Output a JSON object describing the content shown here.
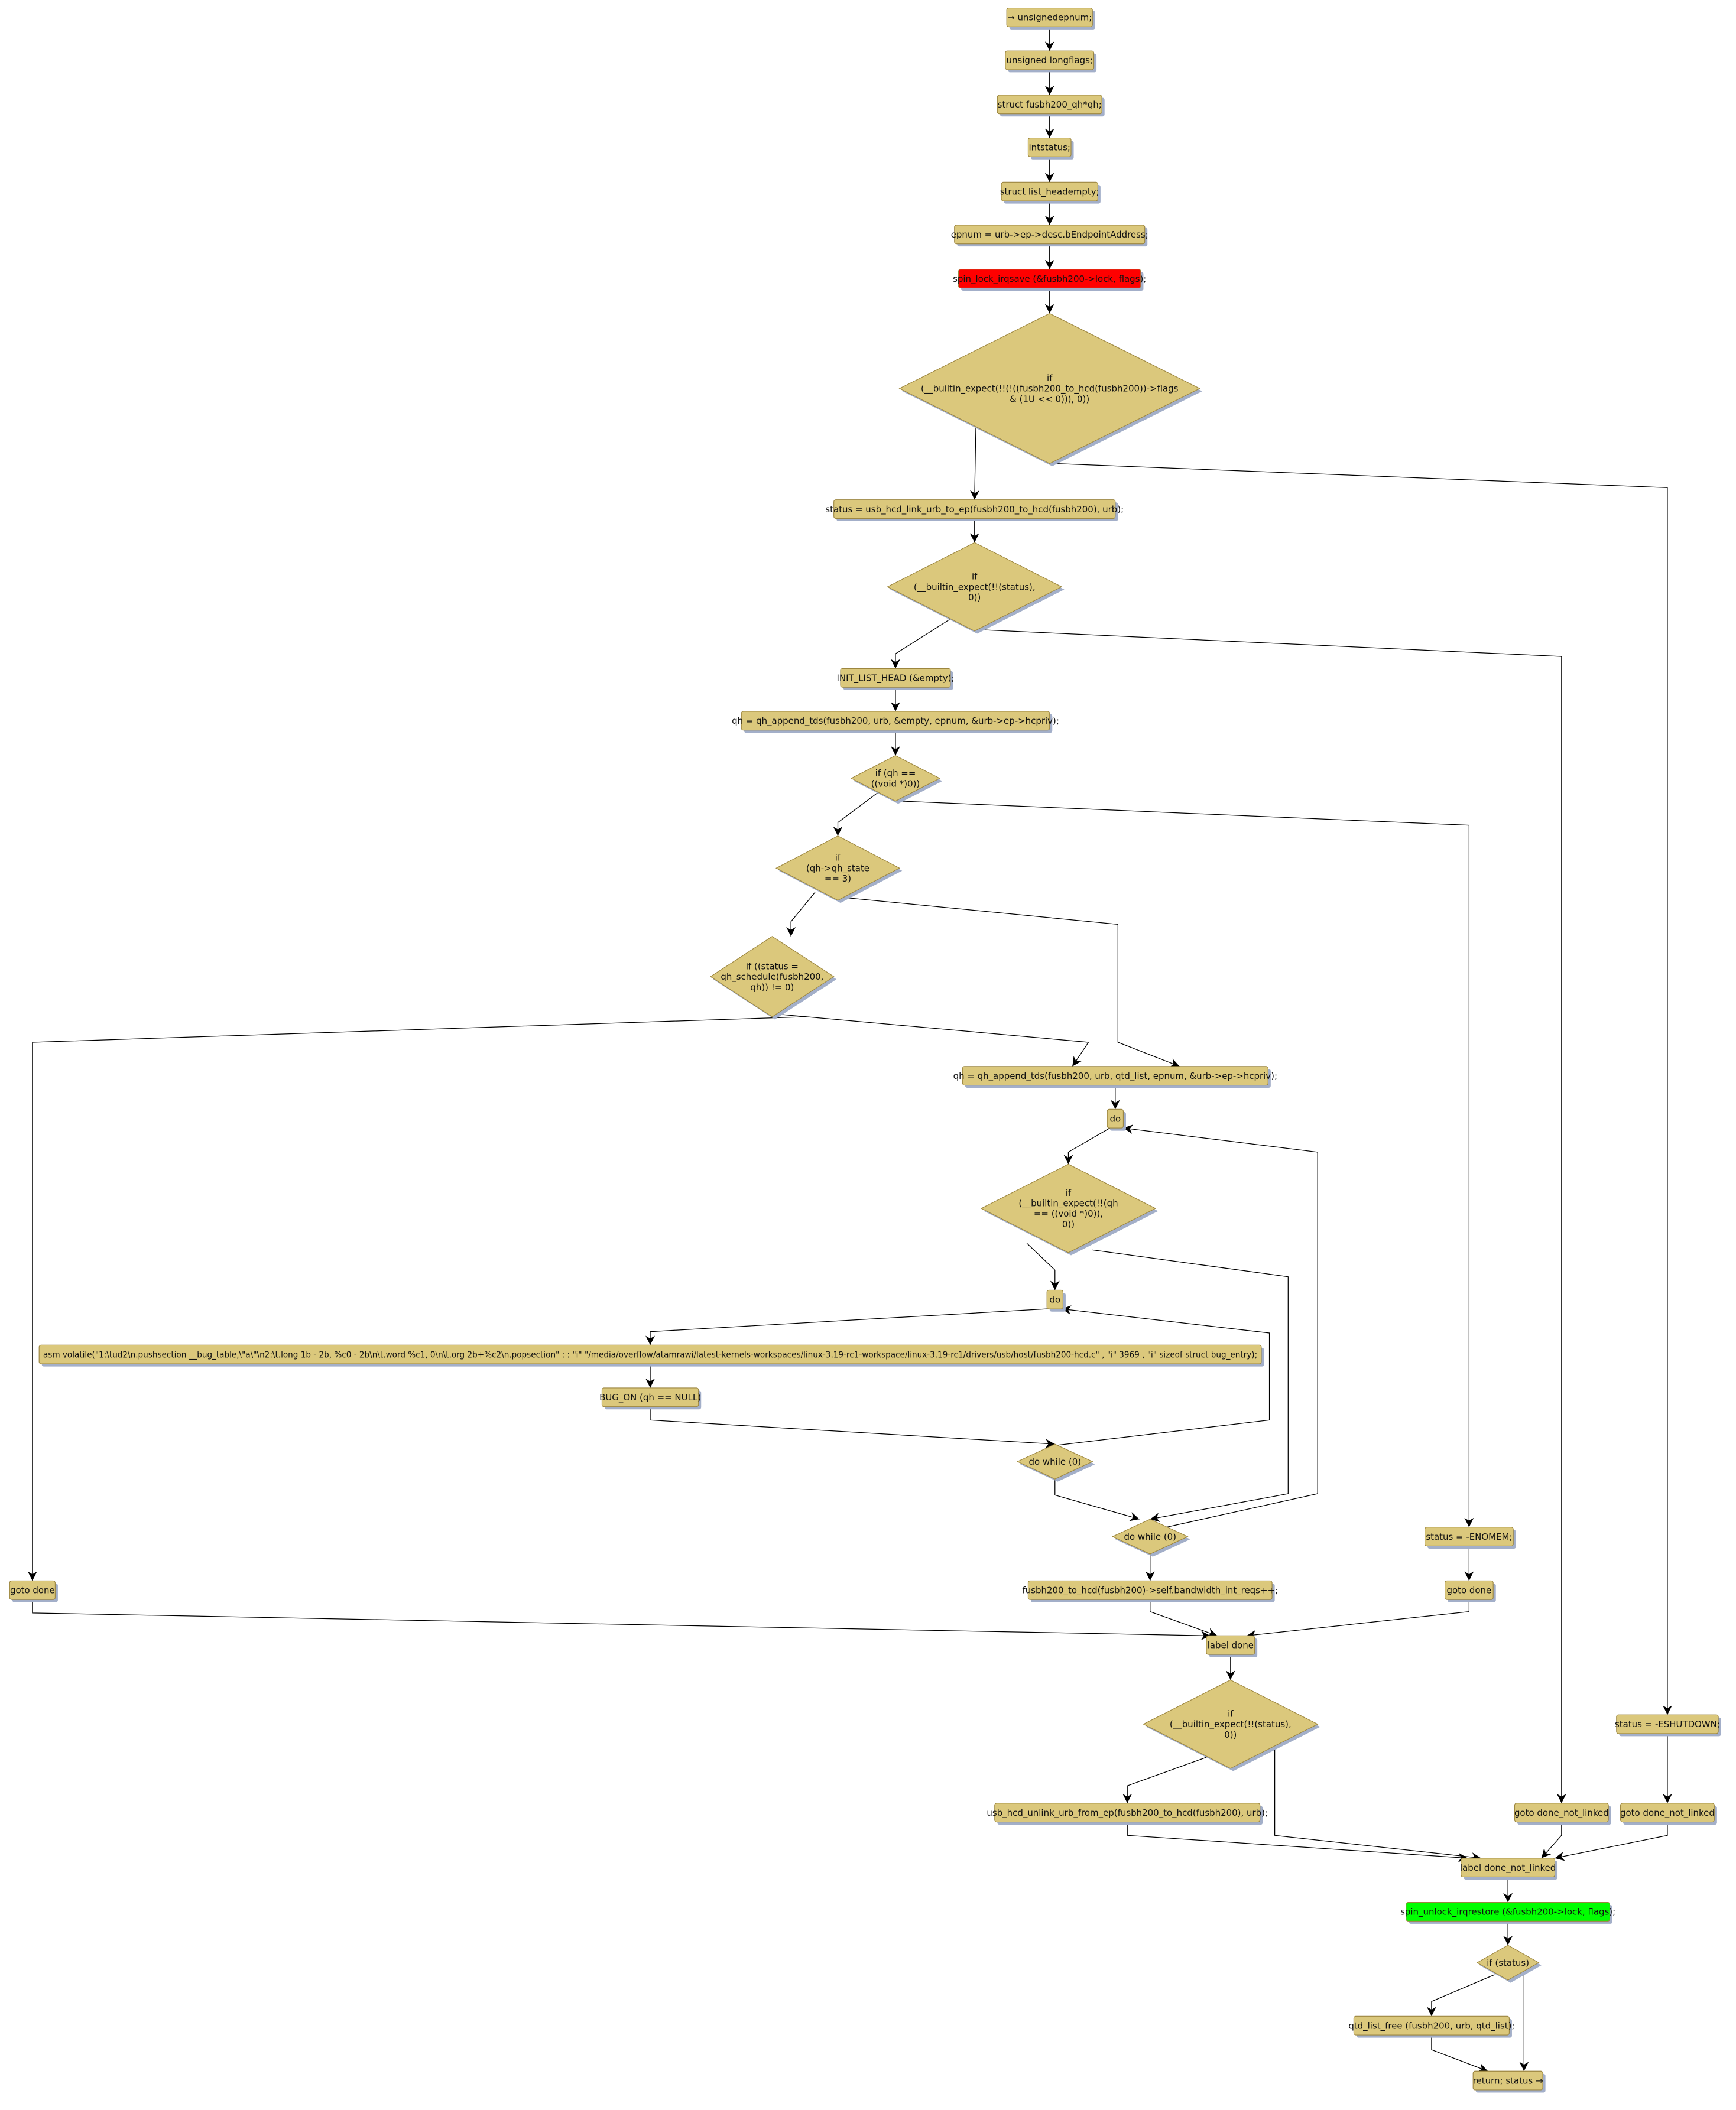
{
  "colors": {
    "node_fill": "#dbc87c",
    "node_border": "#9c8640",
    "shadow": "#a3afc9",
    "lock_fill": "#ff0000",
    "unlock_fill": "#00ff00",
    "edge": "#000000"
  },
  "nodes": [
    {
      "id": "start",
      "kind": "box",
      "lines": [
        "→ unsignedepnum;"
      ]
    },
    {
      "id": "decl-flags",
      "kind": "box",
      "lines": [
        "unsigned longflags;"
      ]
    },
    {
      "id": "decl-qh",
      "kind": "box",
      "lines": [
        "struct fusbh200_qh*qh;"
      ]
    },
    {
      "id": "decl-status",
      "kind": "box",
      "lines": [
        "intstatus;"
      ]
    },
    {
      "id": "decl-empty",
      "kind": "box",
      "lines": [
        "struct list_headempty;"
      ]
    },
    {
      "id": "assign-epnum",
      "kind": "box",
      "lines": [
        "epnum = urb->ep->desc.bEndpointAddress;"
      ]
    },
    {
      "id": "spin-lock",
      "kind": "box",
      "color": "lock",
      "lines": [
        "spin_lock_irqsave (&fusbh200->lock, flags);"
      ]
    },
    {
      "id": "if-hw-accessible",
      "kind": "diamond",
      "lines": [
        "if",
        "(__builtin_expect(!!(!((fusbh200_to_hcd(fusbh200))->flags",
        "& (1U << 0))), 0))"
      ]
    },
    {
      "id": "link-urb",
      "kind": "box",
      "lines": [
        "status = usb_hcd_link_urb_to_ep(fusbh200_to_hcd(fusbh200), urb);"
      ]
    },
    {
      "id": "if-status-1",
      "kind": "diamond",
      "lines": [
        "if",
        "(__builtin_expect(!!(status),",
        "0))"
      ]
    },
    {
      "id": "init-list-head",
      "kind": "box",
      "lines": [
        "INIT_LIST_HEAD (&empty);"
      ]
    },
    {
      "id": "append-empty",
      "kind": "box",
      "lines": [
        "qh = qh_append_tds(fusbh200, urb, &empty, epnum, &urb->ep->hcpriv);"
      ]
    },
    {
      "id": "if-qh-null",
      "kind": "diamond",
      "lines": [
        "if (qh ==",
        "((void *)0))"
      ]
    },
    {
      "id": "if-qh-state",
      "kind": "diamond",
      "lines": [
        "if",
        "(qh->qh_state",
        "== 3)"
      ]
    },
    {
      "id": "if-qh-schedule",
      "kind": "diamond",
      "lines": [
        "if ((status =",
        "qh_schedule(fusbh200,",
        "qh)) != 0)"
      ]
    },
    {
      "id": "append-qtd-list",
      "kind": "box",
      "lines": [
        "qh = qh_append_tds(fusbh200, urb, qtd_list, epnum, &urb->ep->hcpriv);"
      ]
    },
    {
      "id": "do-outer",
      "kind": "box",
      "lines": [
        "do"
      ]
    },
    {
      "id": "if-expect-qh-null",
      "kind": "diamond",
      "lines": [
        "if",
        "(__builtin_expect(!!(qh",
        "== ((void *)0)),",
        "0))"
      ]
    },
    {
      "id": "do-inner",
      "kind": "box",
      "lines": [
        "do"
      ]
    },
    {
      "id": "asm-bug",
      "kind": "box",
      "lines": [
        "asm volatile(\"1:\\tud2\\n.pushsection __bug_table,\\\"a\\\"\\n2:\\t.long 1b - 2b, %c0 - 2b\\n\\t.word %c1, 0\\n\\t.org 2b+%c2\\n.popsection\" : : \"i\" \"/media/overflow/atamrawi/latest-kernels-workspaces/linux-3.19-rc1-workspace/linux-3.19-rc1/drivers/usb/host/fusbh200-hcd.c\" , \"i\" 3969 , \"i\" sizeof struct bug_entry);"
      ]
    },
    {
      "id": "bug-on",
      "kind": "box",
      "lines": [
        "BUG_ON (qh == NULL)"
      ]
    },
    {
      "id": "do-while-inner",
      "kind": "diamond",
      "lines": [
        "do while (0)"
      ]
    },
    {
      "id": "do-while-outer",
      "kind": "diamond",
      "lines": [
        "do while (0)"
      ]
    },
    {
      "id": "status-enomem",
      "kind": "box",
      "lines": [
        "status = -ENOMEM;"
      ]
    },
    {
      "id": "goto-done-left",
      "kind": "box",
      "lines": [
        "goto done"
      ]
    },
    {
      "id": "bandwidth-inc",
      "kind": "box",
      "lines": [
        "fusbh200_to_hcd(fusbh200)->self.bandwidth_int_reqs++;"
      ]
    },
    {
      "id": "goto-done-right",
      "kind": "box",
      "lines": [
        "goto done"
      ]
    },
    {
      "id": "label-done",
      "kind": "box",
      "lines": [
        "label done"
      ]
    },
    {
      "id": "if-status-2",
      "kind": "diamond",
      "lines": [
        "if",
        "(__builtin_expect(!!(status),",
        "0))"
      ]
    },
    {
      "id": "status-eshutdown",
      "kind": "box",
      "lines": [
        "status = -ESHUTDOWN;"
      ]
    },
    {
      "id": "unlink-urb",
      "kind": "box",
      "lines": [
        "usb_hcd_unlink_urb_from_ep(fusbh200_to_hcd(fusbh200), urb);"
      ]
    },
    {
      "id": "goto-done-not-linked-1",
      "kind": "box",
      "lines": [
        "goto done_not_linked"
      ]
    },
    {
      "id": "goto-done-not-linked-2",
      "kind": "box",
      "lines": [
        "goto done_not_linked"
      ]
    },
    {
      "id": "label-done-not-linked",
      "kind": "box",
      "lines": [
        "label done_not_linked"
      ]
    },
    {
      "id": "spin-unlock",
      "kind": "box",
      "color": "unlock",
      "lines": [
        "spin_unlock_irqrestore (&fusbh200->lock, flags);"
      ]
    },
    {
      "id": "if-status-3",
      "kind": "diamond",
      "lines": [
        "if (status)"
      ]
    },
    {
      "id": "qtd-list-free",
      "kind": "box",
      "lines": [
        "qtd_list_free (fusbh200, urb, qtd_list);"
      ]
    },
    {
      "id": "return-status",
      "kind": "box",
      "lines": [
        "return; status →"
      ]
    }
  ]
}
